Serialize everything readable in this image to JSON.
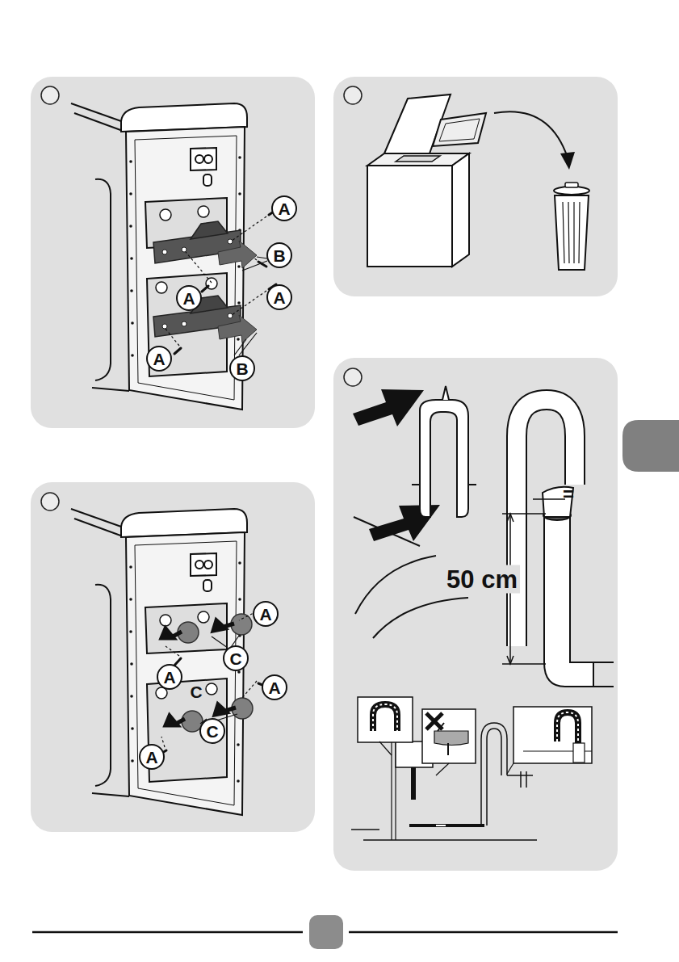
{
  "diagram": {
    "nodes": [
      {
        "text": [
          "A"
        ]
      },
      {
        "text": [
          "B"
        ]
      },
      {
        "text": [
          "A"
        ]
      },
      {
        "text": [
          "A"
        ]
      },
      {
        "text": [
          "A"
        ]
      },
      {
        "text": [
          "B"
        ]
      },
      {
        "text": [
          "A"
        ]
      },
      {
        "text": [
          "C"
        ]
      },
      {
        "text": [
          "A"
        ]
      },
      {
        "text": [
          "A"
        ]
      },
      {
        "text": [
          "C"
        ]
      },
      {
        "text": [
          "A"
        ]
      }
    ],
    "labels": [
      "C",
      "50 cm",
      "="
    ]
  }
}
